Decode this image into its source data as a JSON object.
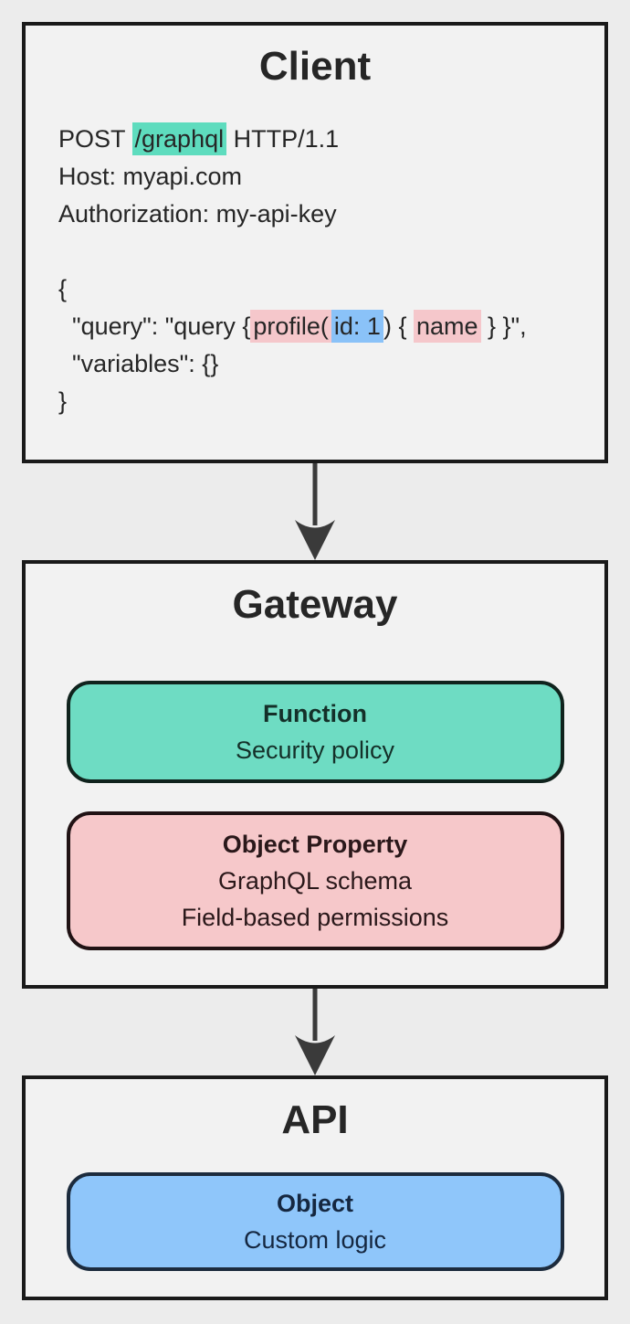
{
  "colors": {
    "page_bg": "#ececec",
    "box_bg": "#f2f2f2",
    "box_border": "#1a1a1a",
    "teal_highlight": "#5edcbe",
    "pink_highlight": "#f5c7cb",
    "blue_highlight": "#8ac2f8",
    "teal_card": "#6edcc3",
    "pink_card": "#f6c8ca",
    "blue_card": "#8fc6fa",
    "arrow": "#3a3a3a"
  },
  "client": {
    "title": "Client",
    "code_lines": [
      {
        "segments": [
          {
            "t": "POST "
          },
          {
            "t": "/graphql",
            "h": "teal"
          },
          {
            "t": " HTTP/1.1"
          }
        ]
      },
      {
        "segments": [
          {
            "t": "Host: myapi.com"
          }
        ]
      },
      {
        "segments": [
          {
            "t": "Authorization: my-api-key"
          }
        ]
      },
      {
        "segments": [
          {
            "t": ""
          }
        ]
      },
      {
        "segments": [
          {
            "t": "{"
          }
        ]
      },
      {
        "segments": [
          {
            "t": "  \"query\": \"query {"
          },
          {
            "t": "profile(",
            "h": "pink"
          },
          {
            "t": "id: 1",
            "h": "blue"
          },
          {
            "t": ") { "
          },
          {
            "t": "name",
            "h": "pink"
          },
          {
            "t": " } }\","
          }
        ]
      },
      {
        "segments": [
          {
            "t": "  \"variables\": {}"
          }
        ]
      },
      {
        "segments": [
          {
            "t": "}"
          }
        ]
      }
    ]
  },
  "gateway": {
    "title": "Gateway",
    "cards": [
      {
        "title": "Function",
        "lines": [
          "Security policy"
        ]
      },
      {
        "title": "Object Property",
        "lines": [
          "GraphQL schema",
          "Field-based permissions"
        ]
      }
    ]
  },
  "api": {
    "title": "API",
    "cards": [
      {
        "title": "Object",
        "lines": [
          "Custom logic"
        ]
      }
    ]
  }
}
